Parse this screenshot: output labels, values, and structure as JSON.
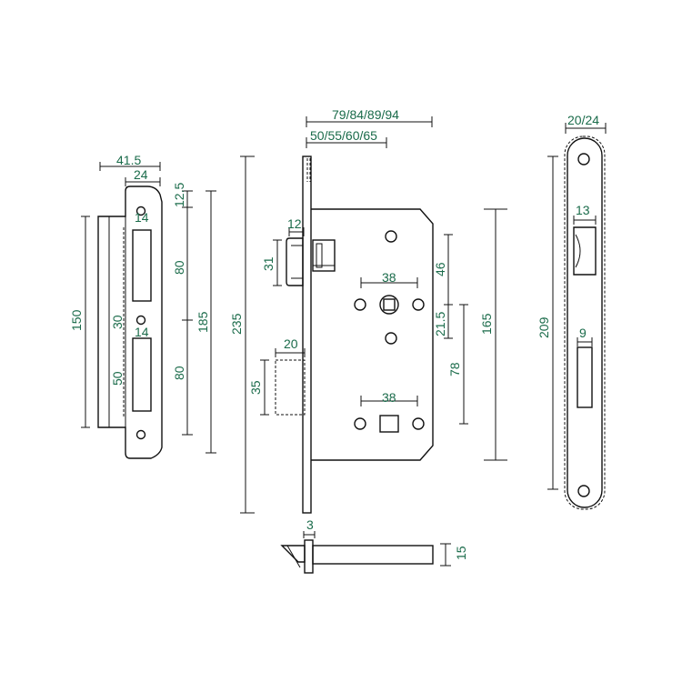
{
  "strike_plate": {
    "width_outer": "41.5",
    "width_inner": "24",
    "height": "150",
    "top_opening_width": "14",
    "bottom_opening_width": "14",
    "gap": "30",
    "bottom_opening_height": "50"
  },
  "side_dims": {
    "top_offset": "12.5",
    "upper_segment": "80",
    "lower_segment": "80",
    "total": "185"
  },
  "lock_body": {
    "overall_height": "235",
    "backset_total": "79/84/89/94",
    "backset": "50/55/60/65",
    "latch_width": "12",
    "latch_height": "31",
    "bolt_projection": "20",
    "bolt_height": "35",
    "upper_hole_spacing": "38",
    "lower_hole_spacing": "38",
    "follower_offset": "46",
    "mid_offset": "21.5",
    "center_distance": "78",
    "case_height": "165"
  },
  "faceplate": {
    "width": "20/24",
    "height": "209",
    "latch_opening": "13",
    "bolt_opening": "9"
  },
  "bottom_view": {
    "faceplate_thickness": "3",
    "case_thickness": "15"
  }
}
